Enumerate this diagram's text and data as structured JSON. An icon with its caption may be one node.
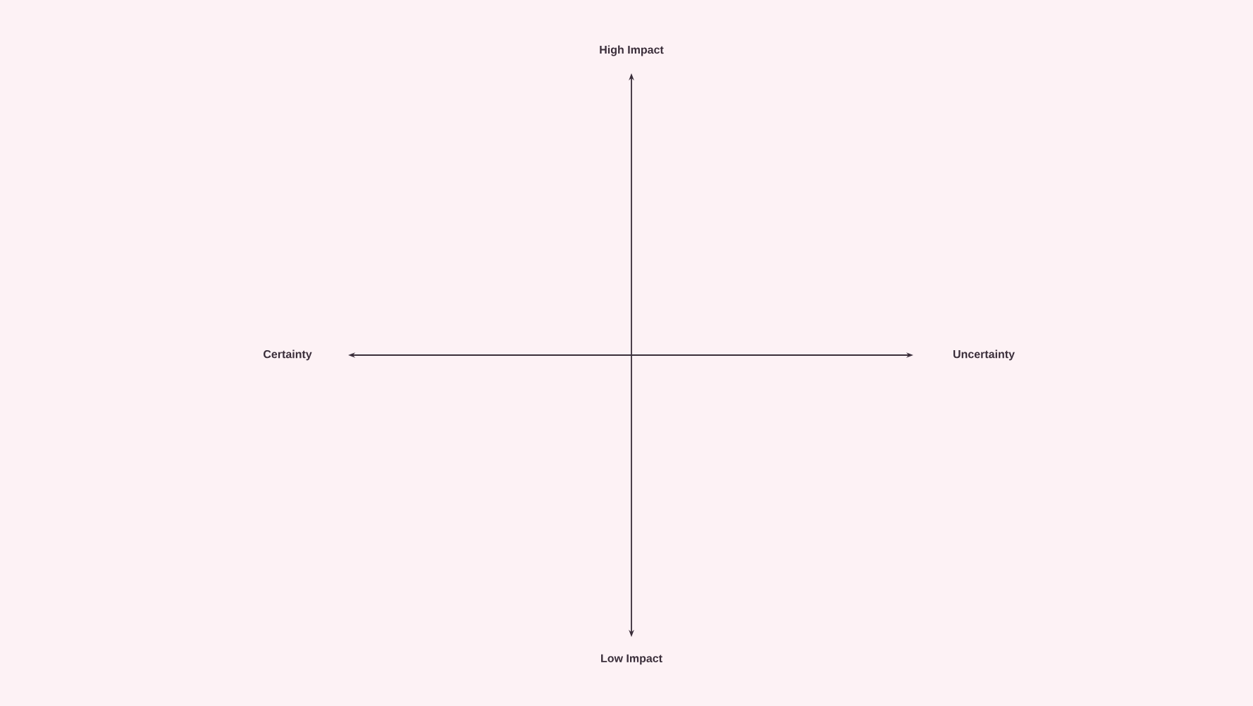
{
  "diagram": {
    "labels": [
      "High Impact",
      "Certainty",
      "Uncertainty",
      "Low Impact"
    ]
  }
}
